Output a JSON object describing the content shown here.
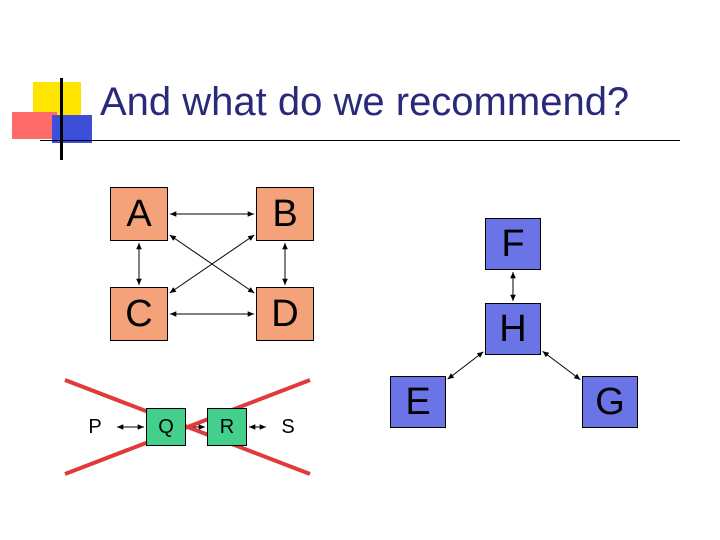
{
  "title": "And what do we recommend?",
  "colors": {
    "title": "#2a2a7a",
    "node_salmon": "#f4a27a",
    "node_blue": "#6a74e6",
    "node_green": "#44cf8c",
    "cross": "#e03a3a",
    "deco_yellow": "#ffe400",
    "deco_red": "#ff6b6b",
    "deco_blue": "#3d4fd8"
  },
  "nodes": {
    "a": "A",
    "b": "B",
    "c": "C",
    "d": "D",
    "f": "F",
    "h": "H",
    "e": "E",
    "g": "G",
    "p": "P",
    "q": "Q",
    "r": "R",
    "s": "S"
  },
  "edges": [
    [
      "a",
      "b"
    ],
    [
      "a",
      "c"
    ],
    [
      "b",
      "d"
    ],
    [
      "c",
      "d"
    ],
    [
      "a",
      "d"
    ],
    [
      "b",
      "c"
    ],
    [
      "f",
      "h"
    ],
    [
      "h",
      "e"
    ],
    [
      "h",
      "g"
    ],
    [
      "p",
      "q"
    ],
    [
      "q",
      "r"
    ],
    [
      "r",
      "s"
    ]
  ],
  "crossed_out": [
    "p",
    "q",
    "r",
    "s"
  ]
}
